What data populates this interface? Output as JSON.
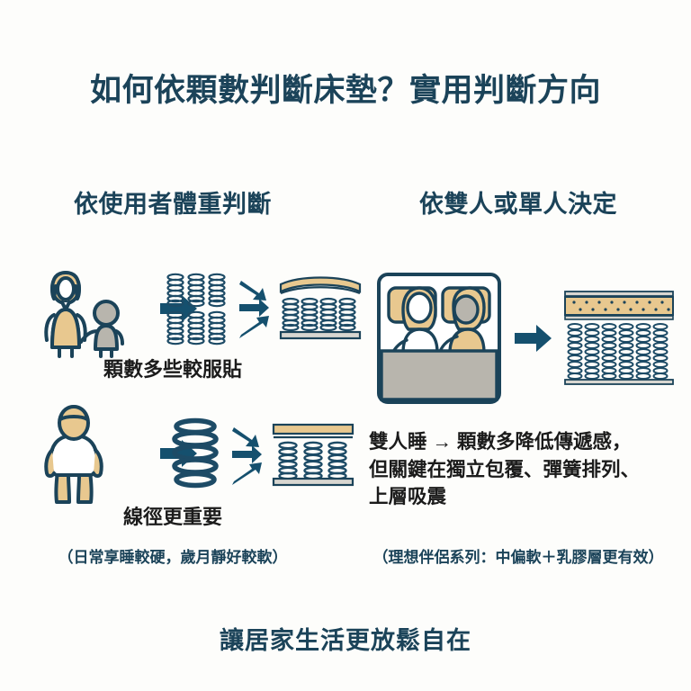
{
  "palette": {
    "background": "#fdfdfb",
    "navy": "#1b4359",
    "arrow": "#15506e",
    "spring": "#1d4b66",
    "tan": "#e8c88f",
    "gray": "#b8b5ad",
    "white": "#ffffff",
    "text_dark": "#1b1b1b"
  },
  "title": "如何依顆數判斷床墊？實用判斷方向",
  "columns": {
    "left": {
      "heading": "依使用者體重判斷",
      "rows": [
        {
          "figure_icon": "woman-and-child-icon",
          "arrow_icon": "arrow-right-icon",
          "source_icon": "small-springs-grid-icon",
          "flow_icon": "three-arrows-icon",
          "result_icon": "mattress-cross-section-many-springs-icon",
          "caption": "顆數多些較服貼"
        },
        {
          "figure_icon": "heavy-person-icon",
          "arrow_icon": "arrow-right-icon",
          "source_icon": "thick-coil-spring-icon",
          "flow_icon": "three-arrows-icon",
          "result_icon": "mattress-cross-section-thick-springs-icon",
          "caption": "線徑更重要"
        }
      ],
      "note": "（日常享睡較硬，歲月靜好較軟）"
    },
    "right": {
      "heading": "依雙人或單人決定",
      "figure_icon": "couple-in-bed-icon",
      "arrow_icon": "arrow-right-icon",
      "result_icon": "pocket-spring-mattress-icon",
      "body_lines": [
        "雙人睡 → 顆數多降低傳遞感，",
        "但關鍵在獨立包覆、彈簧排列、",
        "上層吸震"
      ],
      "note": "（理想伴侶系列：中偏軟＋乳膠層更有效）"
    }
  },
  "footer": "讓居家生活更放鬆自在"
}
